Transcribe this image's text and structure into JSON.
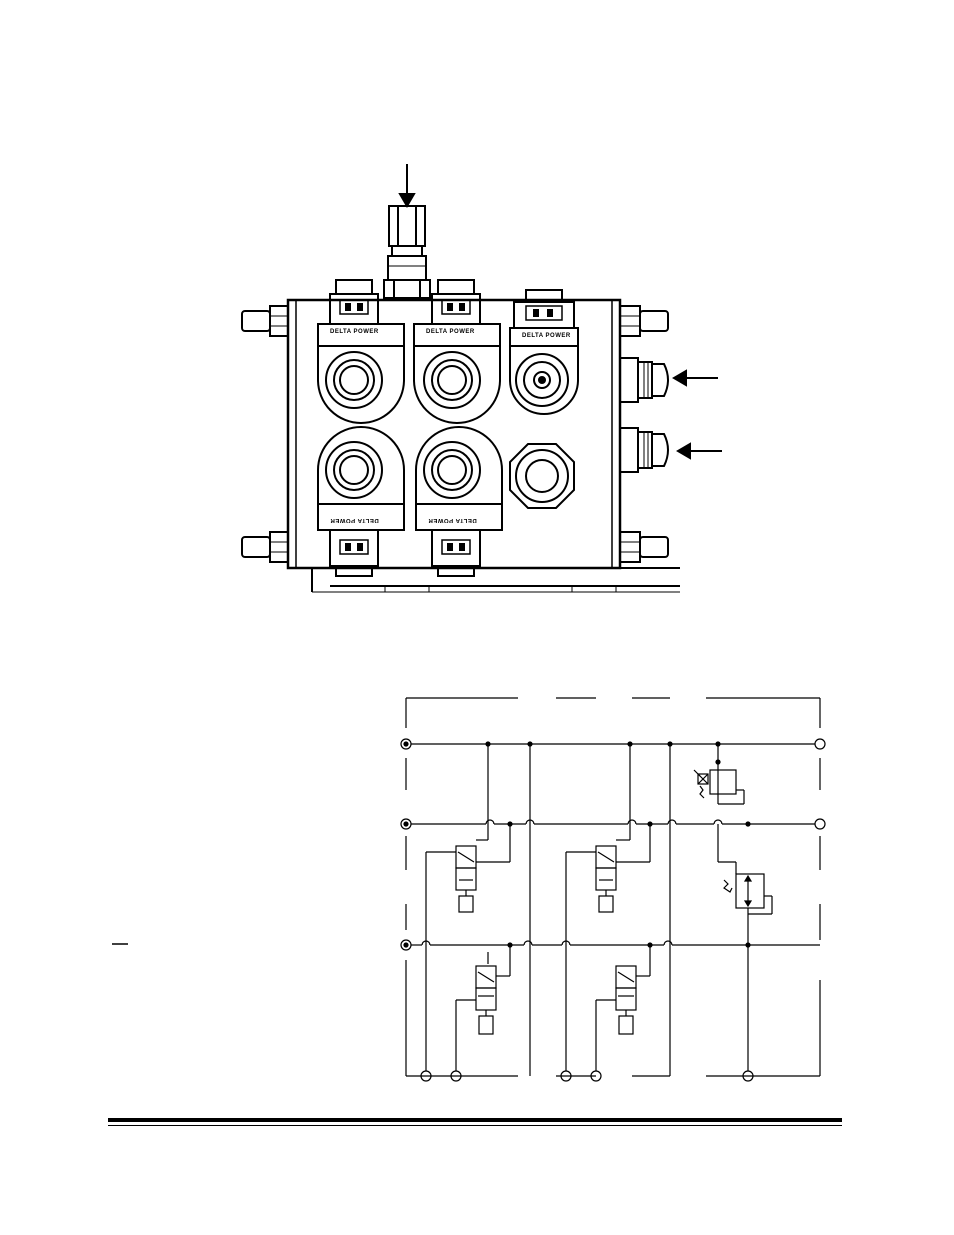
{
  "valve_block": {
    "cartridge_labels": [
      "DELTA POWER",
      "DELTA POWER",
      "DELTA POWER",
      "DELTA POWER",
      "DELTA POWER"
    ]
  },
  "colors": {
    "ink": "#000000",
    "paper": "#ffffff"
  }
}
